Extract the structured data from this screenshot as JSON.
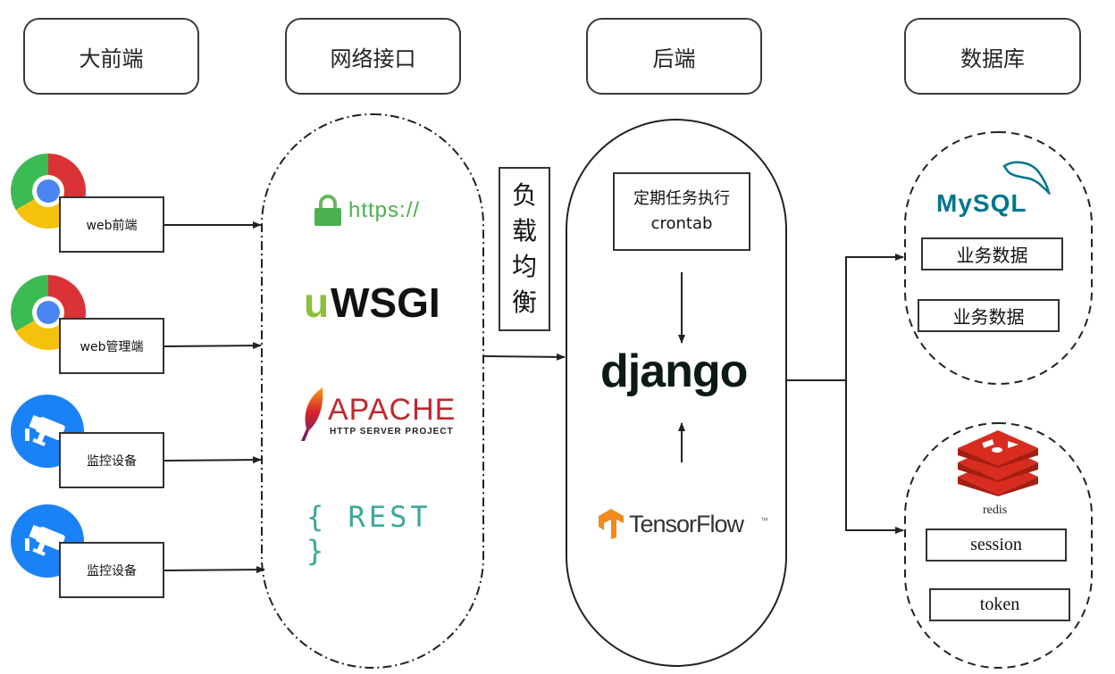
{
  "headers": {
    "frontend": "大前端",
    "network": "网络接口",
    "backend": "后端",
    "database": "数据库"
  },
  "clients": [
    {
      "label": "web前端",
      "icon": "chrome-icon"
    },
    {
      "label": "web管理端",
      "icon": "chrome-icon"
    },
    {
      "label": "监控设备",
      "icon": "camera-icon"
    },
    {
      "label": "监控设备",
      "icon": "camera-icon"
    }
  ],
  "network": {
    "https": "https://",
    "uwsgi_u": "u",
    "uwsgi_rest": "WSGI",
    "apache": "APACHE",
    "apache_sub": "HTTP SERVER PROJECT",
    "rest": "{ REST }"
  },
  "load_balance": [
    "负",
    "载",
    "均",
    "衡"
  ],
  "backend": {
    "cron_line1": "定期任务执行",
    "cron_line2": "crontab",
    "django": "django",
    "tensorflow": "TensorFlow",
    "tm": "™"
  },
  "database": {
    "mysql_logo": "MySQL",
    "mysql_items": [
      "业务数据",
      "业务数据"
    ],
    "redis_label": "redis",
    "redis_items": [
      "session",
      "token"
    ]
  },
  "colors": {
    "chrome_red": "#db3236",
    "chrome_yellow": "#f4c20d",
    "chrome_green": "#3cba54",
    "chrome_blue": "#4a85f2",
    "camera_blue": "#1a82f7",
    "https_green": "#4caf50",
    "uwsgi_green": "#8bbf3c",
    "apache_red": "#c0272d",
    "rest_teal": "#3aa89b",
    "tensorflow_orange": "#f28a1e",
    "mysql_blue": "#00758f",
    "mysql_orange": "#f29111",
    "redis_red": "#d82c20"
  }
}
